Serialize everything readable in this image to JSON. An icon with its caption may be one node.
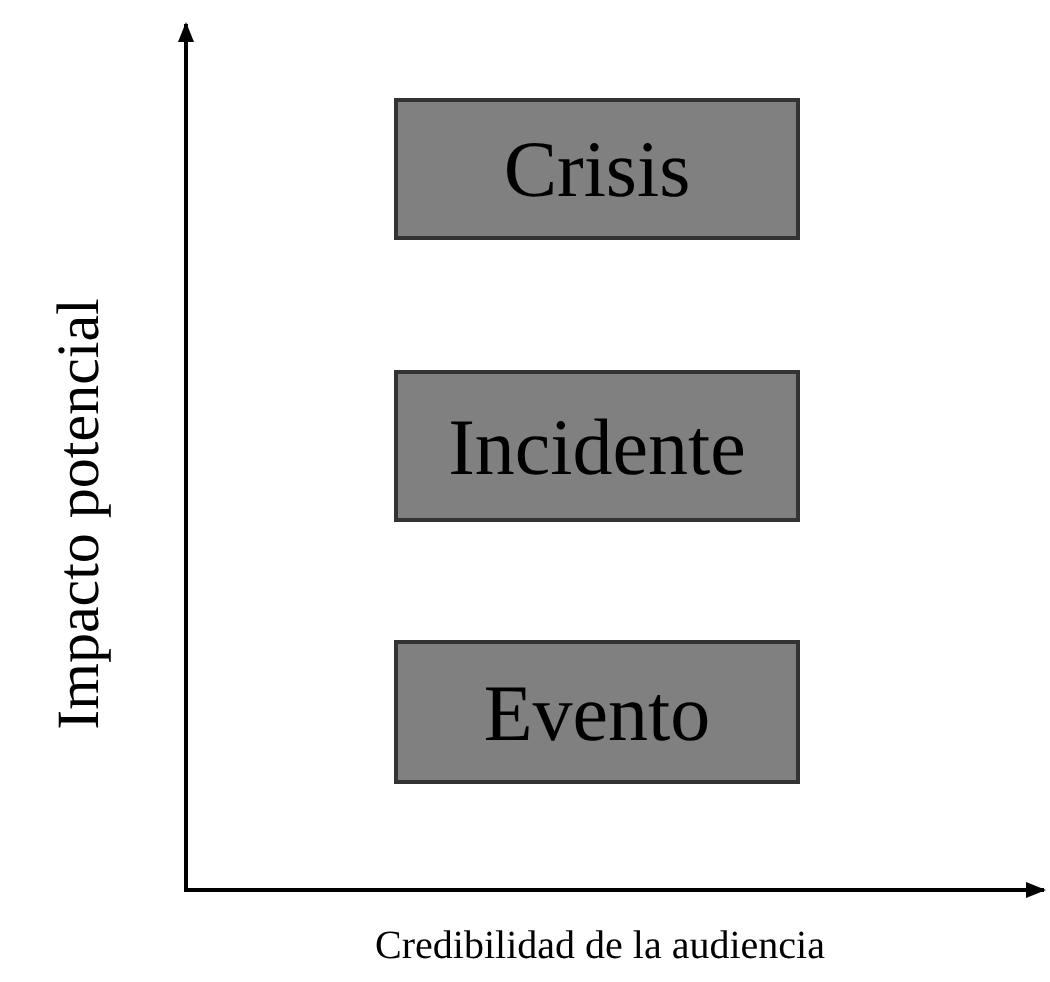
{
  "diagram": {
    "nodes": [
      {
        "text": [
          "Crisis"
        ]
      },
      {
        "text": [
          "Incidente"
        ]
      },
      {
        "text": [
          "Evento"
        ]
      }
    ],
    "labels": [
      "Impacto potencial",
      "Credibilidad de la audiencia"
    ]
  }
}
